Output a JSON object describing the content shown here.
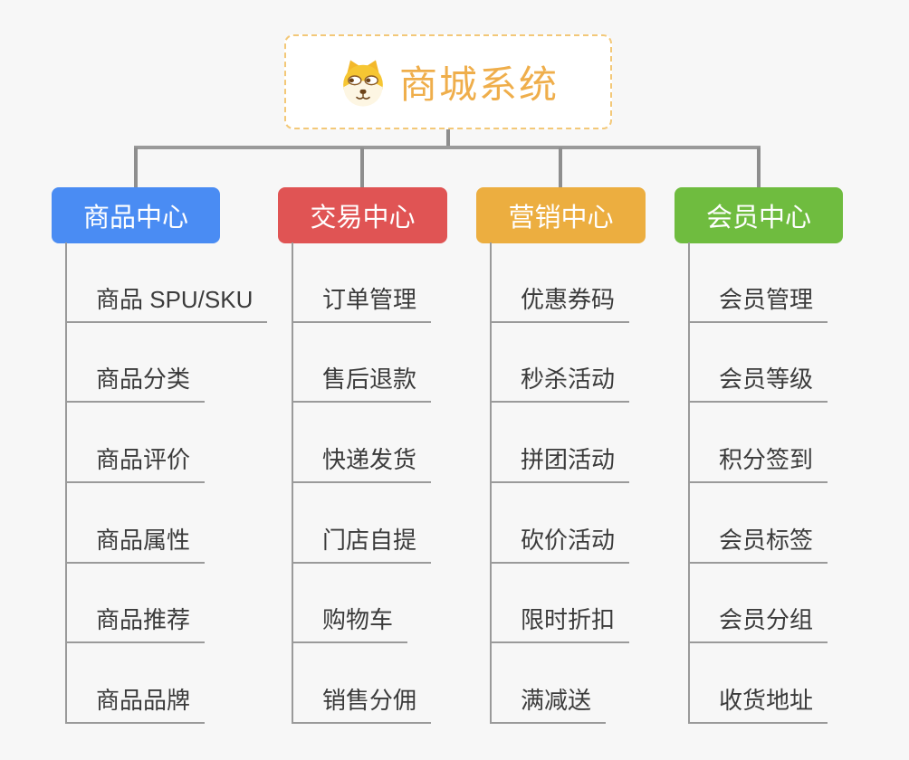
{
  "canvas": {
    "background": "#f7f7f7",
    "connector_color": "#8e8e8e"
  },
  "root": {
    "title": "商城系统",
    "title_color": "#efae4b",
    "border_color": "#f3c878",
    "icon": "dog-mascot-icon"
  },
  "branches": [
    {
      "label": "商品中心",
      "color": "#4a8cf3",
      "items": [
        "商品 SPU/SKU",
        "商品分类",
        "商品评价",
        "商品属性",
        "商品推荐",
        "商品品牌"
      ]
    },
    {
      "label": "交易中心",
      "color": "#e05454",
      "items": [
        "订单管理",
        "售后退款",
        "快递发货",
        "门店自提",
        "购物车",
        "销售分佣"
      ]
    },
    {
      "label": "营销中心",
      "color": "#ecae40",
      "items": [
        "优惠券码",
        "秒杀活动",
        "拼团活动",
        "砍价活动",
        "限时折扣",
        "满减送"
      ]
    },
    {
      "label": "会员中心",
      "color": "#6fbc3f",
      "items": [
        "会员管理",
        "会员等级",
        "积分签到",
        "会员标签",
        "会员分组",
        "收货地址"
      ]
    }
  ]
}
